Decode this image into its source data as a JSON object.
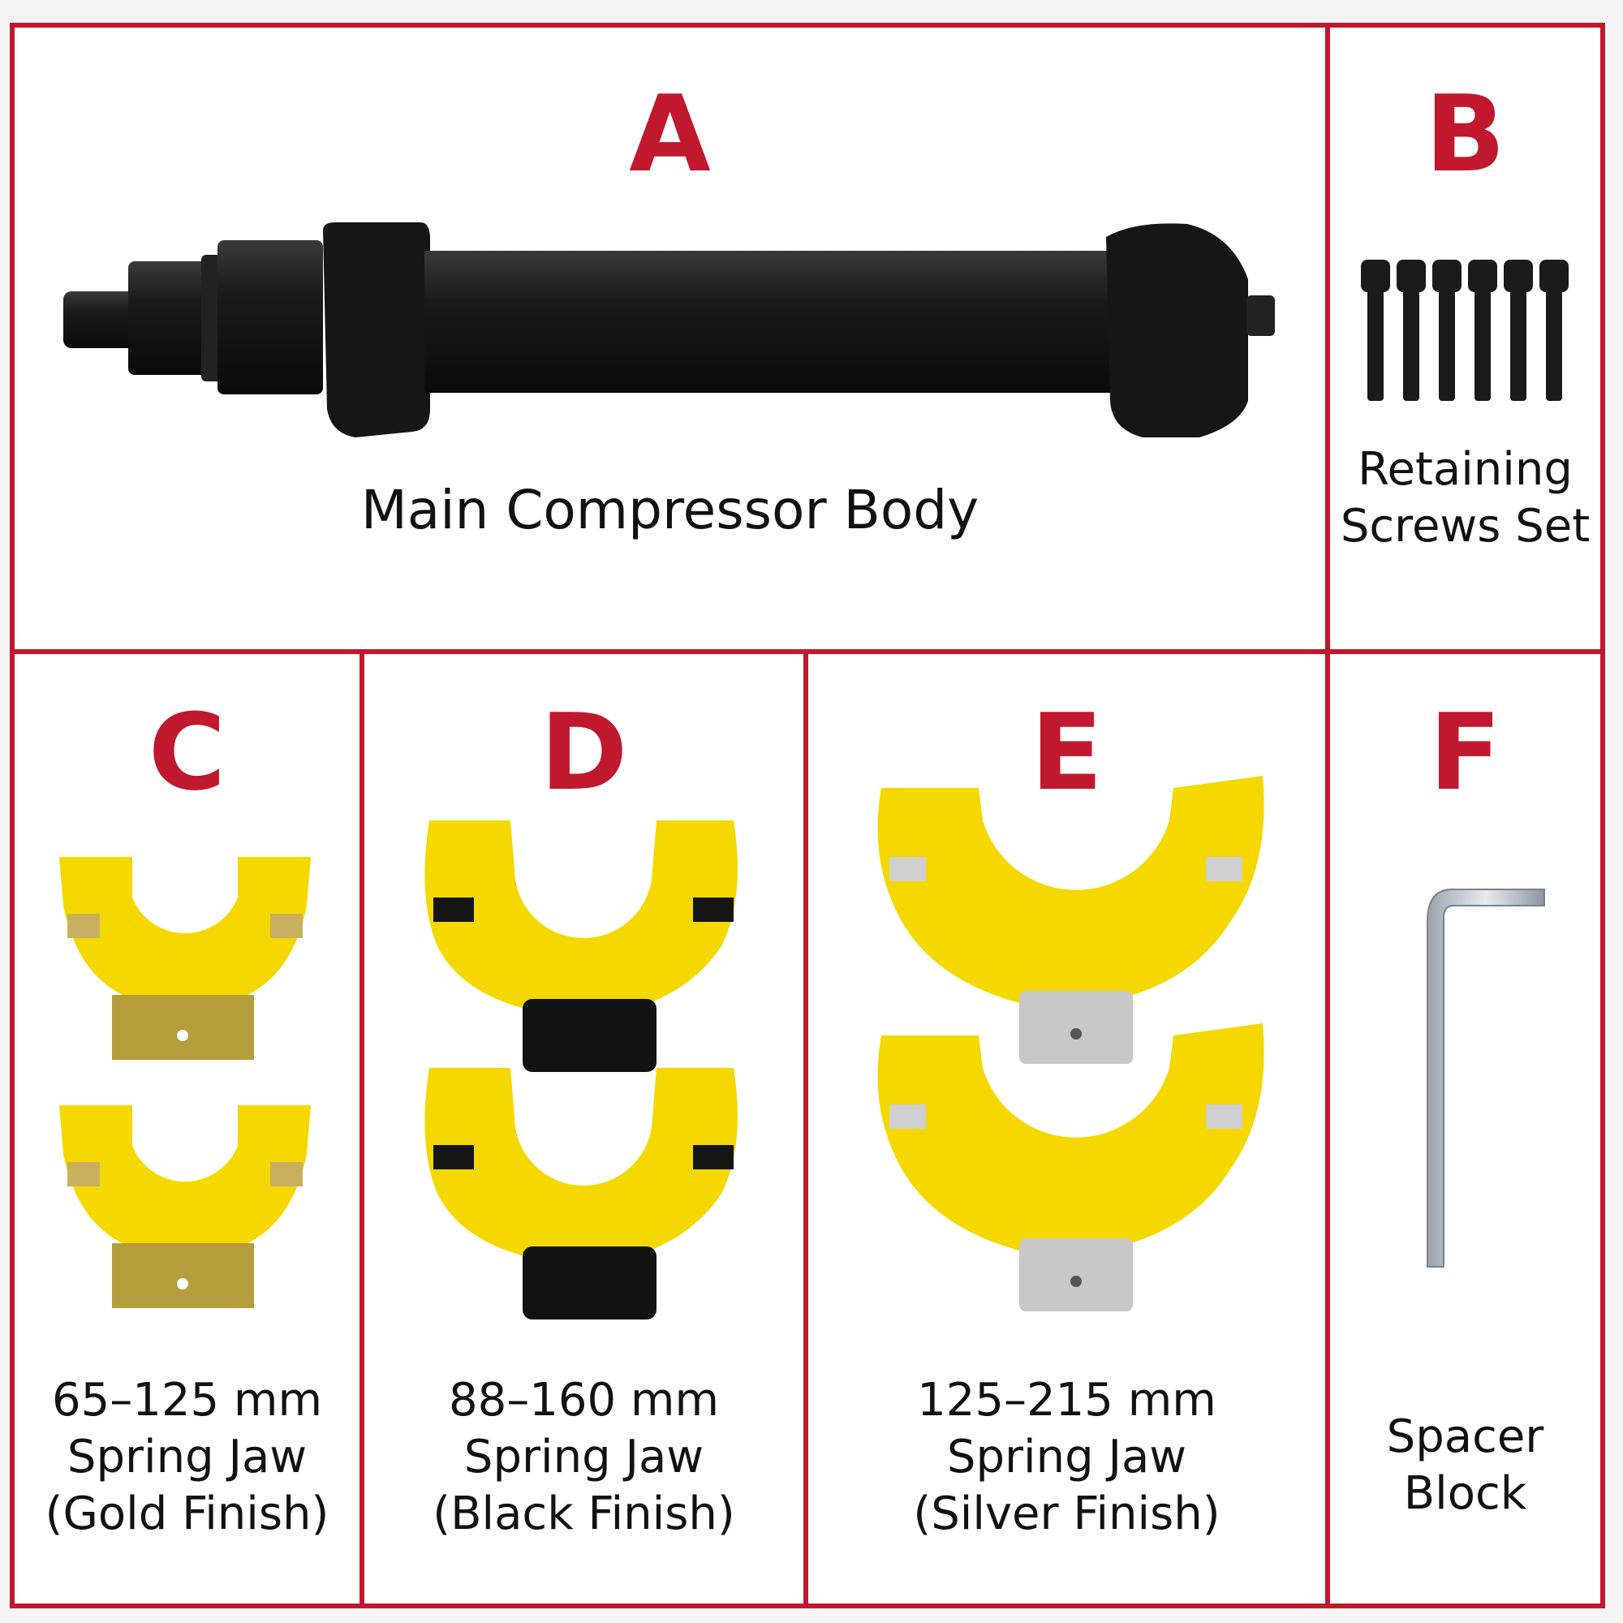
{
  "colors": {
    "accent": "#c0182e",
    "jaw_yellow": "#f5d800",
    "body_black": "#151515"
  },
  "panels": {
    "a": {
      "letter": "A",
      "label": "Main Compressor Body",
      "image": "compressor-body-image"
    },
    "b": {
      "letter": "B",
      "label_lines": [
        "Retaining",
        "Screws Set"
      ],
      "image": "screws-image"
    },
    "c": {
      "letter": "C",
      "label_lines": [
        "65–125 mm",
        "Spring Jaw",
        "(Gold Finish)"
      ],
      "image": "gold-jaws-image"
    },
    "d": {
      "letter": "D",
      "label_lines": [
        "88–160 mm",
        "Spring Jaw",
        "(Black Finish)"
      ],
      "image": "black-jaws-image"
    },
    "e": {
      "letter": "E",
      "label_lines": [
        "125–215 mm",
        "Spring Jaw",
        "(Silver Finish)"
      ],
      "image": "silver-jaws-image"
    },
    "f": {
      "letter": "F",
      "label_lines": [
        "Spacer",
        "Block"
      ],
      "image": "hex-key-image"
    }
  }
}
